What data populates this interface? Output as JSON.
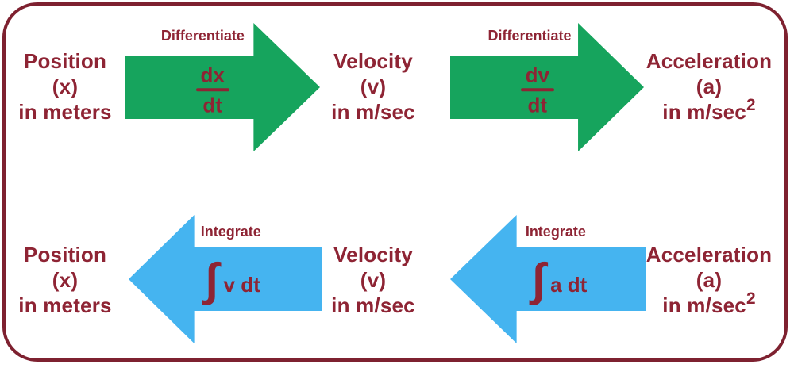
{
  "colors": {
    "background": "#FFFFFF",
    "text": "#8E2434",
    "border": "#7E2130",
    "green": "#16A45D",
    "blue": "#45B4F0"
  },
  "nodes": {
    "position": {
      "line1": "Position",
      "line2": "(x)",
      "line3": "in meters"
    },
    "velocity": {
      "line1": "Velocity",
      "line2": "(v)",
      "line3": "in m/sec"
    },
    "acceleration": {
      "line1": "Acceleration",
      "line2": "(a)",
      "line3_base": "in m/sec",
      "line3_sup": "2"
    }
  },
  "arrows": {
    "diff1": {
      "label": "Differentiate",
      "numerator": "dx",
      "denominator": "dt"
    },
    "diff2": {
      "label": "Differentiate",
      "numerator": "dv",
      "denominator": "dt"
    },
    "int1": {
      "label": "Integrate",
      "integral_sign": "∫",
      "integrand": "v dt"
    },
    "int2": {
      "label": "Integrate",
      "integral_sign": "∫",
      "integrand": "a dt"
    }
  }
}
